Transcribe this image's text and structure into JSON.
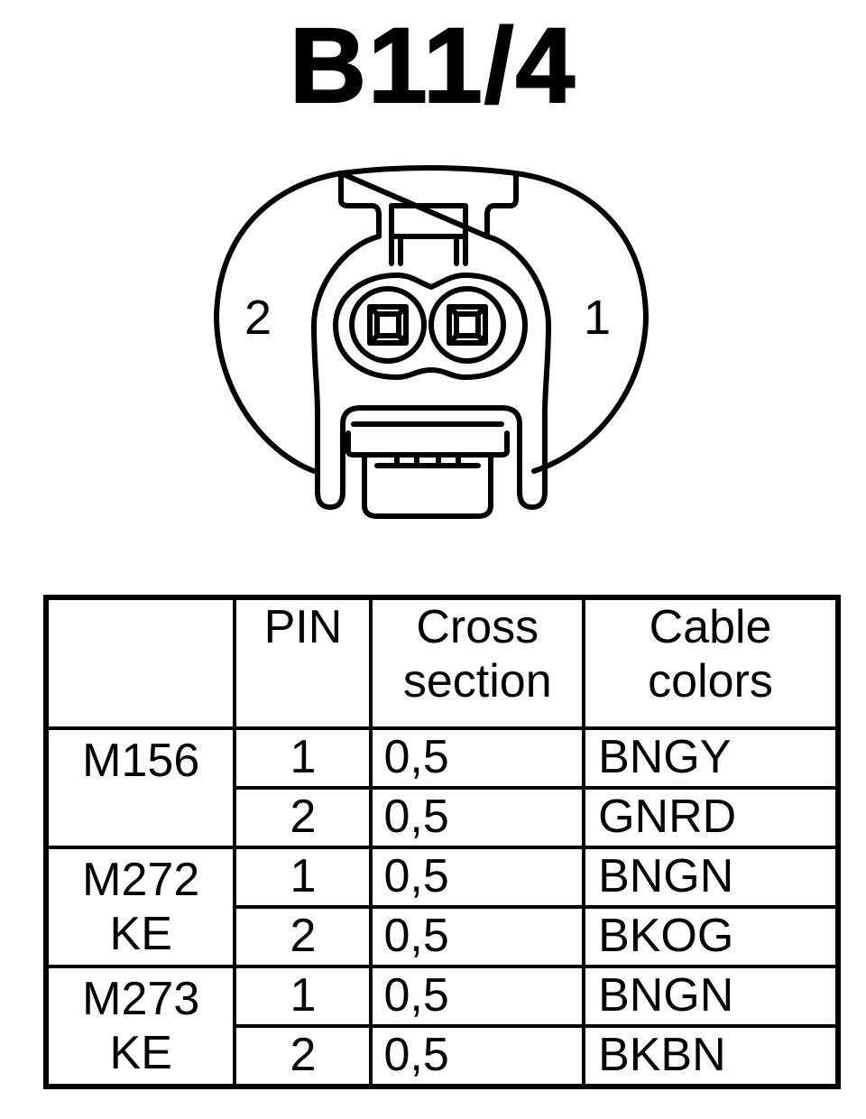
{
  "title": "B11/4",
  "connector": {
    "pin_left_label": "2",
    "pin_right_label": "1"
  },
  "table": {
    "headers": {
      "engine": "",
      "pin": "PIN",
      "cross_section_line1": "Cross",
      "cross_section_line2": "section",
      "cable_colors_line1": "Cable",
      "cable_colors_line2": "colors"
    },
    "groups": [
      {
        "engine_line1": "M156",
        "engine_line2": "",
        "rows": [
          {
            "pin": "1",
            "cross_section": "0,5",
            "color": "BNGY"
          },
          {
            "pin": "2",
            "cross_section": "0,5",
            "color": "GNRD"
          }
        ]
      },
      {
        "engine_line1": "M272",
        "engine_line2": "KE",
        "rows": [
          {
            "pin": "1",
            "cross_section": "0,5",
            "color": "BNGN"
          },
          {
            "pin": "2",
            "cross_section": "0,5",
            "color": "BKOG"
          }
        ]
      },
      {
        "engine_line1": "M273",
        "engine_line2": "KE",
        "rows": [
          {
            "pin": "1",
            "cross_section": "0,5",
            "color": "BNGN"
          },
          {
            "pin": "2",
            "cross_section": "0,5",
            "color": "BKBN"
          }
        ]
      }
    ]
  }
}
